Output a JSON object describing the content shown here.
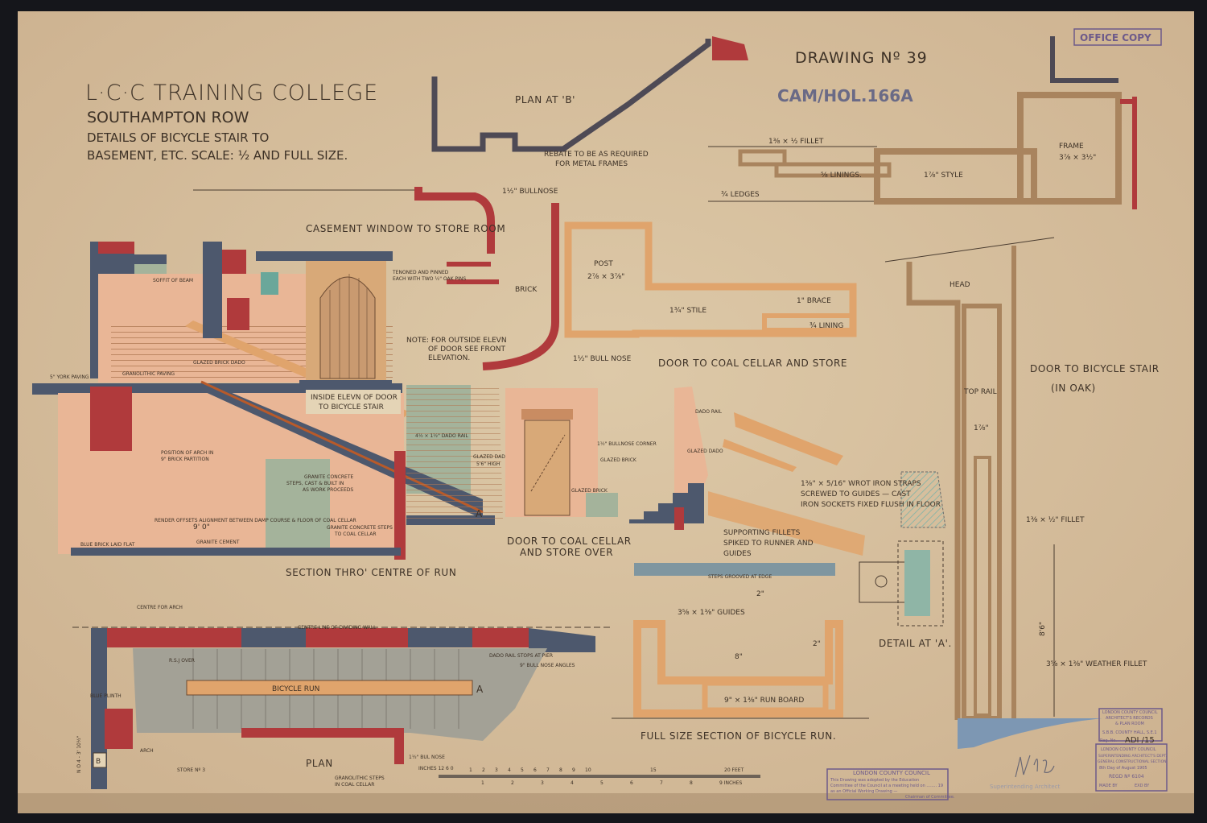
{
  "title": {
    "line1": "L·C·C TRAINING COLLEGE",
    "line2": "SOUTHAMPTON ROW",
    "line3": "DETAILS OF BICYCLE STAIR TO",
    "line4": "BASEMENT, ETC.   SCALE: ½ AND FULL SIZE."
  },
  "drawing_number": "DRAWING Nº 39",
  "reference": "CAM/HOL.166A",
  "office_copy": "OFFICE COPY",
  "captions": {
    "plan_at_b": "PLAN AT 'B'",
    "casement": "CASEMENT WINDOW TO STORE ROOM",
    "coal_cellar_store": "DOOR TO COAL CELLAR AND STORE",
    "bicycle_stair_door_1": "DOOR TO BICYCLE STAIR",
    "bicycle_stair_door_2": "(IN OAK)",
    "inside_elev_1": "INSIDE ELEVN OF DOOR",
    "inside_elev_2": "TO BICYCLE STAIR",
    "section": "SECTION THRO' CENTRE OF RUN",
    "door_coal_1": "DOOR TO COAL CELLAR",
    "door_coal_2": "AND STORE OVER",
    "plan": "PLAN",
    "full_size": "FULL SIZE SECTION OF BICYCLE RUN.",
    "detail_a": "DETAIL AT 'A'."
  },
  "notes": {
    "rebate_1": "REBATE TO BE AS REQUIRED",
    "rebate_2": "FOR METAL FRAMES",
    "bullnose_top": "1½\" BULLNOSE",
    "bullnose_bottom": "1½\" BULL NOSE",
    "brick": "BRICK",
    "note_1": "NOTE: FOR OUTSIDE ELEVN",
    "note_2": "OF DOOR SEE FRONT",
    "note_3": "ELEVATION.",
    "tenoned_1": "TENONED AND PINNED",
    "tenoned_2": "EACH WITH TWO ½\" OAK PINS",
    "soffit": "SOFFIT OF BEAM",
    "glazed_dado": "GLAZED BRICK DADO",
    "granolithic": "GRANOLITHIC PAVING",
    "york_paving": "5\" YORK PAVING",
    "arch_1": "POSITION OF ARCH IN",
    "arch_2": "9\" BRICK PARTITION",
    "steps_1": "GRANITE CONCRETE",
    "steps_2": "STEPS, CAST & BUILT IN",
    "steps_3": "AS WORK PROCEEDS",
    "dado_rail": "4½ × 1½\" DADO RAIL",
    "glazed_dado_1": "GLAZED DADO",
    "glazed_dado_2": "5'6\" HIGH",
    "coal_steps_1": "GRANITE CONCRETE STEPS",
    "coal_steps_2": "TO COAL CELLAR",
    "blue_brick": "BLUE BRICK LAID FLAT",
    "granite_cement": "GRANITE CEMENT",
    "render": "RENDER OFFSETS ALIGNMENT BETWEEN DAMP COURSE & FLOOR OF COAL CELLAR",
    "dim_9": "9'  0\"",
    "section_a": "A",
    "bullnose_corner": "1½\" BULLNOSE CORNER",
    "glazed_brick": "GLAZED BRICK",
    "glazed_brick2": "GLAZED BRICK",
    "post": "POST",
    "post_size": "2⅞ × 3⅞\"",
    "stile": "1¾\" STILE",
    "brace": "1\" BRACE",
    "lining": "¾ LINING",
    "fillet_top": "1⅜ × ½ FILLET",
    "linings": "⅝ LININGS.",
    "ledges": "¾ LEDGES",
    "style": "1⅞\" STYLE",
    "frame": "FRAME",
    "frame_size": "3⅞ × 3½\"",
    "head": "HEAD",
    "top_rail": "TOP RAIL",
    "top_rail_dim": "1⅞\"",
    "fillet_right": "1⅜ × ½\" FILLET",
    "weather_fillet": "3⅝ × 1⅜\" WEATHER FILLET",
    "height_dim": "8'6\"",
    "bicycle_run": "BICYCLE  RUN",
    "plan_a": "A",
    "centre_line": "CENTRE LINE OF DIVIDING WALL",
    "centre_arch": "CENTRE FOR ARCH",
    "rsj": "R.S.J OVER",
    "dado_stops": "DADO RAIL STOPS AT PIER",
    "bullnose_angles": "9\" BULL NOSE ANGLES",
    "store_3": "STORE Nº 3",
    "arch": "ARCH",
    "blue_plinth": "BLUE PLINTH",
    "bullnose_plan": "1½\" BUL NOSE",
    "gran_steps_1": "GRANOLITHIC STEPS",
    "gran_steps_2": "IN COAL CELLAR",
    "plan_b": "B",
    "dim_vertical": "N O 4 - 3' 10½\"",
    "wrot_1": "1⅜\" × 5/16\" WROT IRON STRAPS",
    "wrot_2": "SCREWED TO GUIDES — CAST",
    "wrot_3": "IRON SOCKETS FIXED FLUSH IN FLOOR",
    "fillets_1": "SUPPORTING FILLETS",
    "fillets_2": "SPIKED TO RUNNER AND",
    "fillets_3": "GUIDES",
    "steps_grooved": "STEPS GROOVED AT EDGE",
    "dado_rail2": "DADO RAIL",
    "glazed_dado2": "GLAZED DADO",
    "guides": "3⅝ × 1⅜\" GUIDES",
    "dim_2_top": "2\"",
    "dim_8": "8\"",
    "dim_2_side": "2\"",
    "run_board": "9\" × 1⅜\" RUN BOARD",
    "glazed_dado_item": "GLAZED BRICK"
  },
  "scale_bar": {
    "top_label": "INCHES 12 6 0",
    "feet_ticks": [
      "1",
      "2",
      "3",
      "4",
      "5",
      "6",
      "7",
      "8",
      "9",
      "10",
      "15",
      "20 FEET"
    ],
    "inch_ticks": [
      "1",
      "2",
      "3",
      "4",
      "5",
      "6",
      "7",
      "8",
      "9 INCHES"
    ]
  },
  "stamps": {
    "committee_1": "LONDON COUNTY COUNCIL",
    "committee_2": "This Drawing was adopted by the Education",
    "committee_3": "Committee of the Council at a meeting held on ........ 19",
    "committee_4": "as an Official Working Drawing —",
    "committee_5": "Chairman of Committee.",
    "superintending": "Superintending Architect",
    "records_1": "LONDON COUNTY COUNCIL",
    "records_2": "ARCHITECT'S RECORDS",
    "records_3": "& PLAN ROOM",
    "records_4": "S.B.B. COUNTY HALL, S.E.1",
    "records_reg": "Reg. No.",
    "records_no": "ADI /15",
    "dept_1": "LONDON COUNTY COUNCIL",
    "dept_2": "SUPERINTENDING ARCHITECT'S DEPT.",
    "dept_3": "GENERAL CONSTRUCTIONAL SECTION",
    "dept_4": "8th Day of August 1905",
    "dept_reg": "REGD Nº 6104",
    "dept_made": "MADE BY",
    "dept_exd": "EXD BY"
  },
  "colors": {
    "paper": "#d9c3a0",
    "border": "#15161b",
    "brick_red": "#b03a3c",
    "slate_blue": "#4d586d",
    "timber_orange": "#e0a46c",
    "plaster_pink": "#e9b696",
    "concrete_green": "#a4b39b",
    "sepia_timber": "#a9845e",
    "stamp_purple": "#6d5a8a"
  }
}
